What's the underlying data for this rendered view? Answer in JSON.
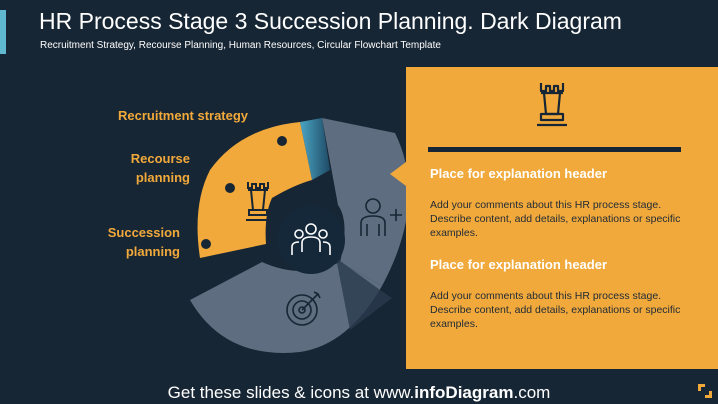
{
  "header": {
    "title": "HR Process Stage 3 Succession Planning. Dark Diagram",
    "subtitle": "Recruitment Strategy, Recourse Planning, Human Resources, Circular Flowchart Template"
  },
  "stages": {
    "recruitment": "Recruitment strategy",
    "resource_line1": "Recourse",
    "resource_line2": "planning",
    "succession_line1": "Succession",
    "succession_line2": "planning"
  },
  "panel": {
    "header1": "Place for explanation header",
    "text1": "Add your comments about this HR process stage. Describe content, add details, explanations or specific examples.",
    "header2": "Place for explanation header",
    "text2": "Add your comments about this HR process stage. Describe content, add details, explanations or specific examples."
  },
  "footer": {
    "prefix": "Get these slides & icons at www.",
    "brand": "infoDiagram",
    "suffix": ".com"
  },
  "icons": [
    "rook-icon",
    "team-icon",
    "add-person-icon",
    "target-icon",
    "brand-icon"
  ],
  "colors": {
    "background": "#172634",
    "accent": "#f2a93b",
    "segment": "#5e6d80",
    "hub": "#15283a",
    "teal": "#5fb8cf"
  }
}
